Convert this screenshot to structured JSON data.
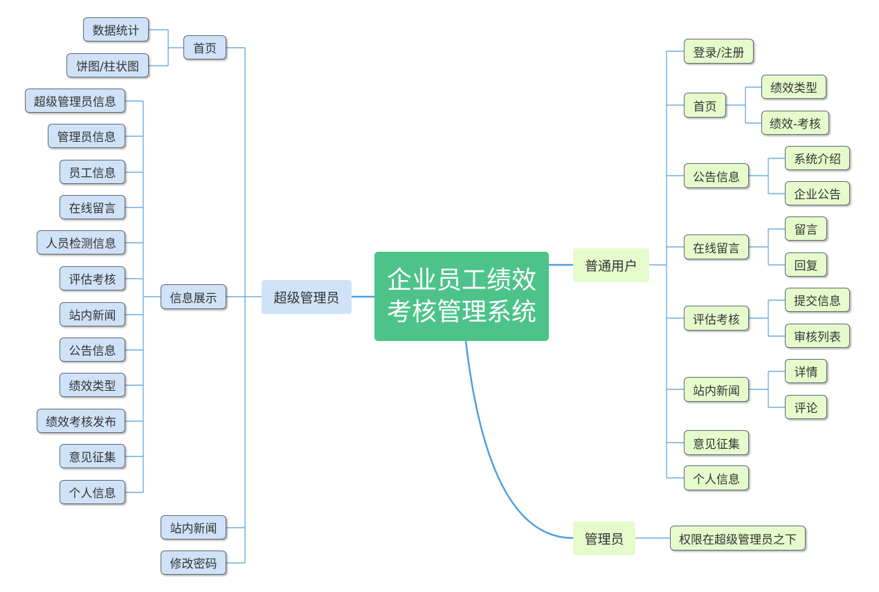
{
  "center": {
    "line1": "企业员工绩效",
    "line2": "考核管理系统"
  },
  "left": {
    "super_admin": "超级管理员",
    "home": "首页",
    "data_stats": "数据统计",
    "charts": "饼图/柱状图",
    "info_display": "信息展示",
    "info_items": [
      "超级管理员信息",
      "管理员信息",
      "员工信息",
      "在线留言",
      "人员检测信息",
      "评估考核",
      "站内新闻",
      "公告信息",
      "绩效类型",
      "绩效考核发布",
      "意见征集",
      "个人信息"
    ],
    "news": "站内新闻",
    "change_password": "修改密码"
  },
  "right": {
    "normal_user": "普通用户",
    "login_register": "登录/注册",
    "home": "首页",
    "home_children": [
      "绩效类型",
      "绩效-考核"
    ],
    "notice_info": "公告信息",
    "notice_children": [
      "系统介绍",
      "企业公告"
    ],
    "online_message": "在线留言",
    "message_children": [
      "留言",
      "回复"
    ],
    "evaluation": "评估考核",
    "evaluation_children": [
      "提交信息",
      "审核列表"
    ],
    "news": "站内新闻",
    "news_children": [
      "详情",
      "评论"
    ],
    "opinion": "意见征集",
    "personal_info": "个人信息",
    "admin": "管理员",
    "admin_note": "权限在超级管理员之下"
  },
  "colors": {
    "center_fill": "#4dc38a",
    "left_fill": "#cfe2f7",
    "right_fill": "#e6fbcc",
    "line_main": "#4a9fe0",
    "line_thin": "#6aaee0"
  }
}
